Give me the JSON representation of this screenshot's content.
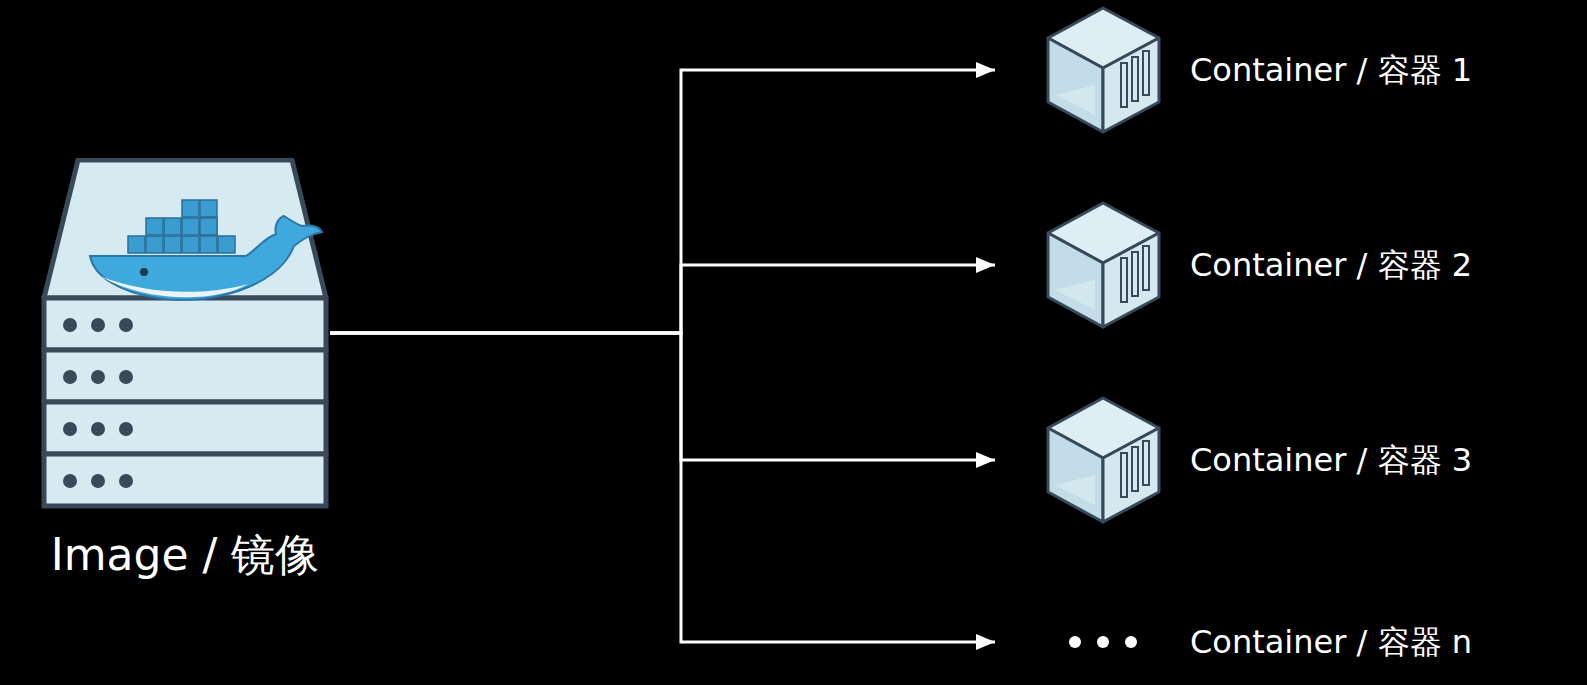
{
  "diagram": {
    "nodes": [
      {
        "text": [
          "Image / 镜像"
        ]
      },
      {
        "text": [
          "Container / 容器 1"
        ]
      },
      {
        "text": [
          "Container / 容器 2"
        ]
      },
      {
        "text": [
          "Container / 容器 3"
        ]
      },
      {
        "text": [
          "Container / 容器 n"
        ]
      }
    ],
    "edges": [
      {
        "from": 0,
        "to": 1,
        "arrow": "to"
      },
      {
        "from": 0,
        "to": 2,
        "arrow": "to"
      },
      {
        "from": 0,
        "to": 3,
        "arrow": "to"
      },
      {
        "from": 0,
        "to": 4,
        "arrow": "to"
      }
    ]
  }
}
